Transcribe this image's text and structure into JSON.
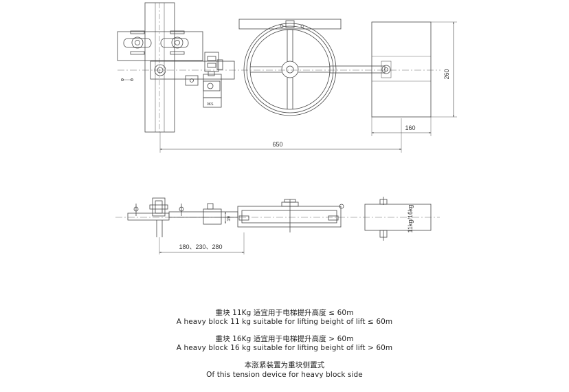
{
  "dimensions": {
    "height_top": "260",
    "width_block": "160",
    "overall_length": "650",
    "offset_small": "19",
    "range": "180、230、280"
  },
  "labels": {
    "block_weight": "11kg/16kg",
    "bracket_mark": "0KS"
  },
  "captions": [
    "重块 11Kg 适宜用于电梯提升高度 ≤ 60m",
    "A heavy block 11 kg suitable for lifting beight of lift ≤ 60m",
    "重块 16Kg 适宜用于电梯提升高度 > 60m",
    "A heavy block 16 kg suitable for lifting beight of lift > 60m",
    "本涨紧装置为重块侧置式",
    "Of this tension device for heavy block side"
  ]
}
